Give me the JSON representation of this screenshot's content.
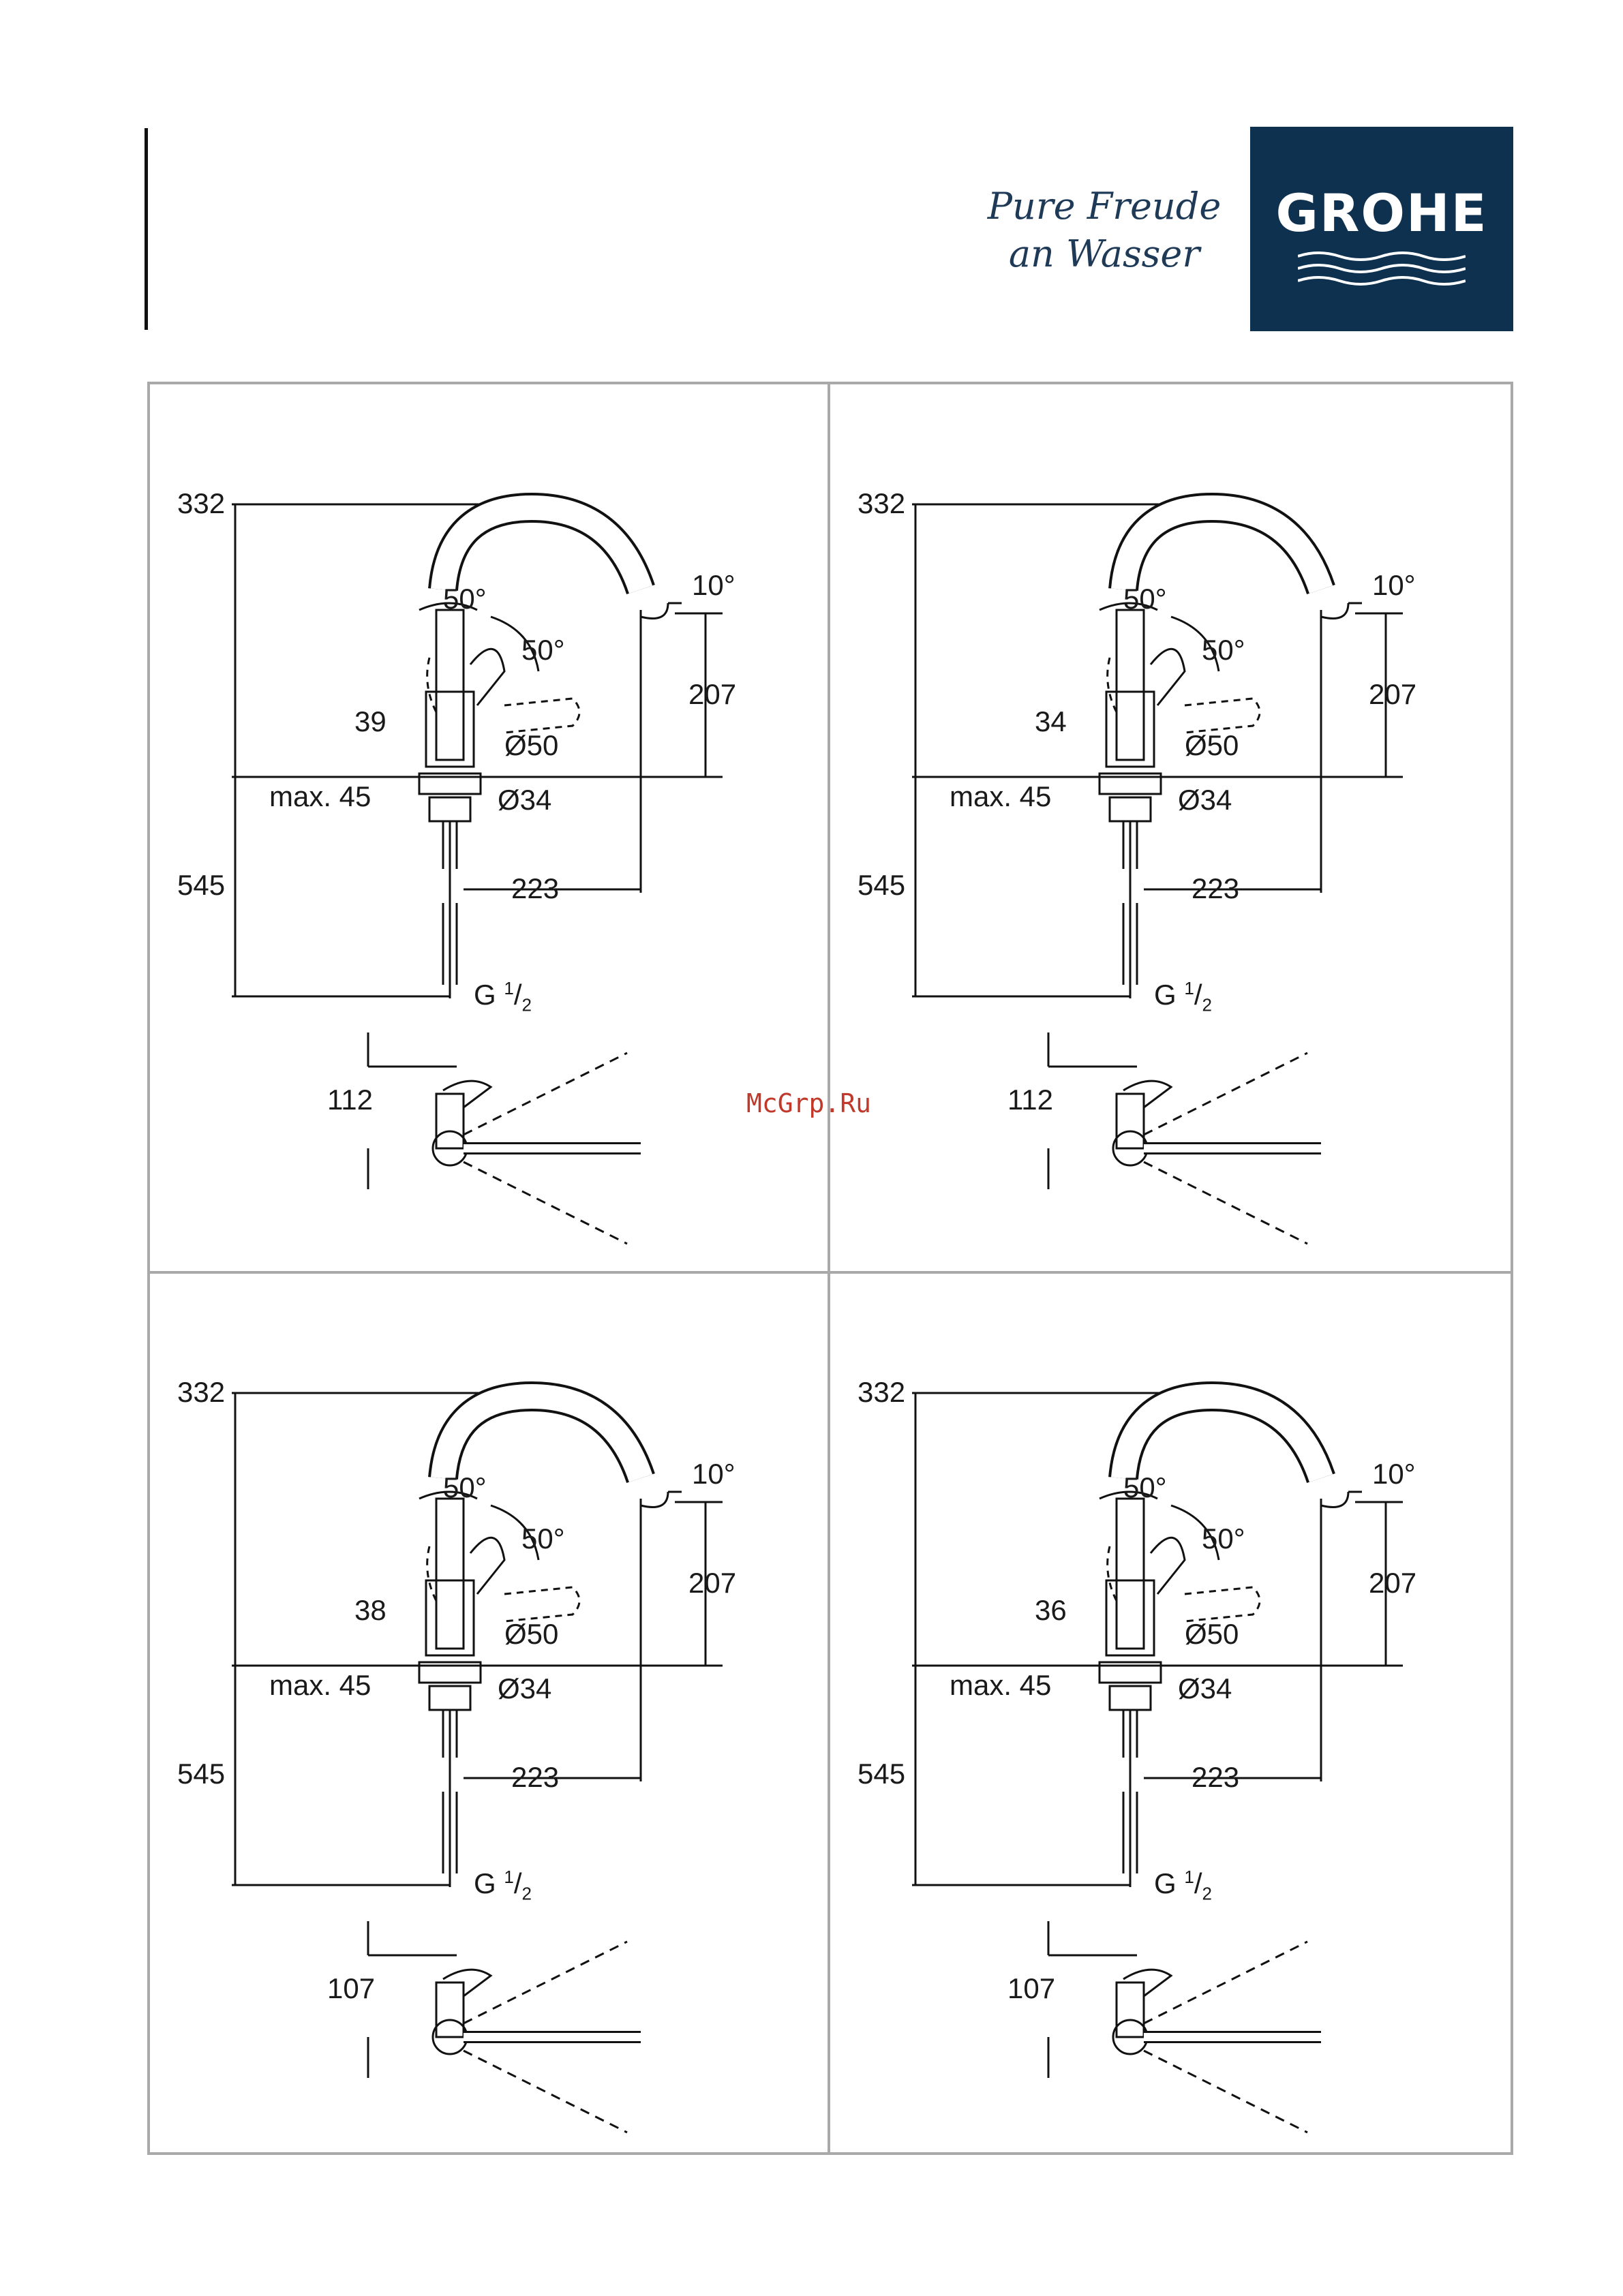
{
  "brand": {
    "slogan_line1": "Pure Freude",
    "slogan_line2": "an Wasser",
    "logo_text": "GROHE",
    "logo_color": "#0f3150"
  },
  "watermark": "McGrp.Ru",
  "panels": [
    {
      "height_total": "332",
      "spout_height": "207",
      "angle_lever_1": "50°",
      "angle_lever_2": "50°",
      "angle_spout": "10°",
      "lever_offset": "39",
      "body_dia": "Ø50",
      "base_dia": "Ø34",
      "max_deck": "max. 45",
      "hose_length": "545",
      "reach": "223",
      "thread": "G",
      "thread_sup": "1",
      "thread_sub": "2",
      "depth": "112"
    },
    {
      "height_total": "332",
      "spout_height": "207",
      "angle_lever_1": "50°",
      "angle_lever_2": "50°",
      "angle_spout": "10°",
      "lever_offset": "34",
      "body_dia": "Ø50",
      "base_dia": "Ø34",
      "max_deck": "max. 45",
      "hose_length": "545",
      "reach": "223",
      "thread": "G",
      "thread_sup": "1",
      "thread_sub": "2",
      "depth": "112"
    },
    {
      "height_total": "332",
      "spout_height": "207",
      "angle_lever_1": "50°",
      "angle_lever_2": "50°",
      "angle_spout": "10°",
      "lever_offset": "38",
      "body_dia": "Ø50",
      "base_dia": "Ø34",
      "max_deck": "max. 45",
      "hose_length": "545",
      "reach": "223",
      "thread": "G",
      "thread_sup": "1",
      "thread_sub": "2",
      "depth": "107"
    },
    {
      "height_total": "332",
      "spout_height": "207",
      "angle_lever_1": "50°",
      "angle_lever_2": "50°",
      "angle_spout": "10°",
      "lever_offset": "36",
      "body_dia": "Ø50",
      "base_dia": "Ø34",
      "max_deck": "max. 45",
      "hose_length": "545",
      "reach": "223",
      "thread": "G",
      "thread_sup": "1",
      "thread_sub": "2",
      "depth": "107"
    }
  ]
}
